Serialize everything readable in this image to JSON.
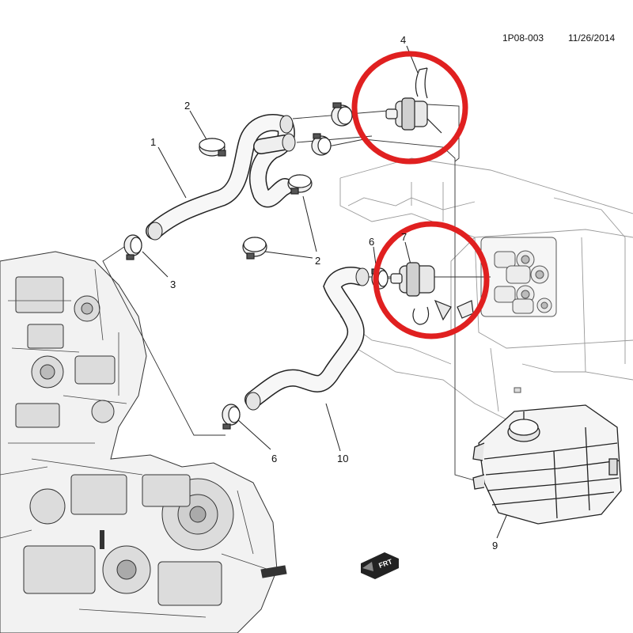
{
  "header": {
    "drawing_id": "1P08-003",
    "date": "11/26/2014"
  },
  "callouts": {
    "c1": "1",
    "c2a": "2",
    "c2b": "2",
    "c3": "3",
    "c4": "4",
    "c6a": "6",
    "c6b": "6",
    "c7": "7",
    "c9": "9",
    "c10": "10"
  },
  "orientation": {
    "arrow_label": "FRT"
  },
  "colors": {
    "highlight": "#e02020",
    "line": "#222222",
    "part_fill": "#f4f4f4",
    "shade": "#bdbdbd"
  }
}
